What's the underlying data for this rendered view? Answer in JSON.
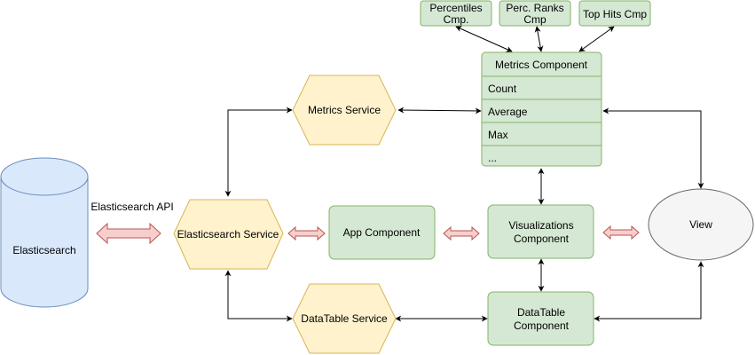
{
  "colors": {
    "green_fill": "#d5e8d4",
    "green_stroke": "#82b366",
    "yellow_fill": "#fff2cc",
    "yellow_stroke": "#d6b656",
    "blue_fill": "#dae8fc",
    "blue_stroke": "#6c8ebf",
    "red_fill": "#f8cecc",
    "red_stroke": "#b85450",
    "view_fill": "#f5f5f5",
    "view_stroke": "#666666",
    "edge": "#000000"
  },
  "nodes": {
    "elasticsearch": {
      "label": "Elasticsearch"
    },
    "elasticsearch_api": {
      "label": "Elasticsearch API"
    },
    "elasticsearch_service": {
      "label": "Elasticsearch Service"
    },
    "metrics_service": {
      "label": "Metrics Service"
    },
    "datatable_service": {
      "label": "DataTable Service"
    },
    "app_component": {
      "label": "App Component"
    },
    "visualizations_component": {
      "line1": "Visualizations",
      "line2": "Component"
    },
    "datatable_component": {
      "line1": "DataTable",
      "line2": "Component"
    },
    "view": {
      "label": "View"
    },
    "percentiles_cmp": {
      "line1": "Percentiles",
      "line2": "Cmp."
    },
    "perc_ranks_cmp": {
      "line1": "Perc. Ranks",
      "line2": "Cmp"
    },
    "top_hits_cmp": {
      "label": "Top Hits Cmp"
    },
    "metrics_component": {
      "title": "Metrics Component",
      "rows": [
        "Count",
        "Average",
        "Max",
        "..."
      ]
    }
  }
}
